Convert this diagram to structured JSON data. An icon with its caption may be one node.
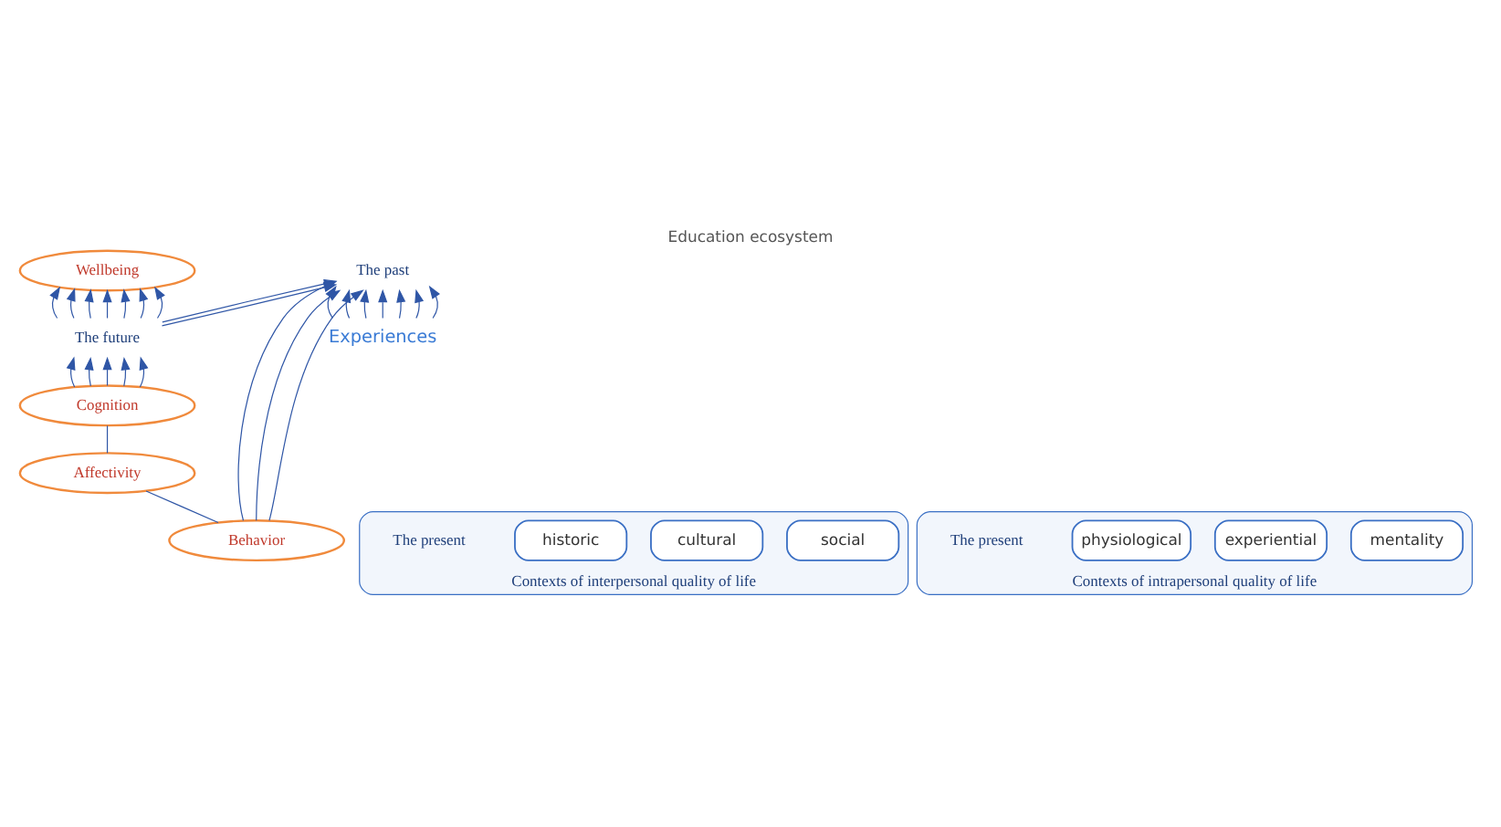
{
  "diagram": {
    "title": "Education ecosystem",
    "nodes": [
      {
        "text": [
          "Wellbeing"
        ]
      },
      {
        "text": [
          "The future"
        ]
      },
      {
        "text": [
          "Cognition"
        ]
      },
      {
        "text": [
          "Affectivity"
        ]
      },
      {
        "text": [
          "Behavior"
        ]
      },
      {
        "text": [
          "The past"
        ]
      },
      {
        "text": [
          "Experiences"
        ]
      },
      {
        "text": [
          "Contexts of interpersonal quality of life"
        ]
      },
      {
        "text": [
          "social"
        ],
        "in": 7
      },
      {
        "text": [
          "cultural"
        ],
        "in": 7
      },
      {
        "text": [
          "historic"
        ],
        "in": 7
      },
      {
        "text": [
          "The present"
        ],
        "in": 7
      },
      {
        "text": [
          "Contexts of intrapersonal quality of life"
        ]
      },
      {
        "text": [
          "mentality"
        ],
        "in": 12
      },
      {
        "text": [
          "experiential"
        ],
        "in": 12
      },
      {
        "text": [
          "physiological"
        ],
        "in": 12
      },
      {
        "text": [
          "The present"
        ],
        "in": 12
      }
    ],
    "edges": [
      {
        "from": 6,
        "to": 5,
        "arrow": "to"
      },
      {
        "from": 6,
        "to": 5,
        "arrow": "to"
      },
      {
        "from": 6,
        "to": 5,
        "arrow": "to"
      },
      {
        "from": 6,
        "to": 5,
        "arrow": "to"
      },
      {
        "from": 6,
        "to": 5,
        "arrow": "to"
      },
      {
        "from": 6,
        "to": 5,
        "arrow": "to"
      },
      {
        "from": 6,
        "to": 5,
        "arrow": "to"
      },
      {
        "from": 4,
        "to": 5,
        "arrow": "to"
      },
      {
        "from": 4,
        "to": 5,
        "arrow": "to"
      },
      {
        "from": 4,
        "to": 5,
        "arrow": "to"
      },
      {
        "from": 1,
        "to": 5,
        "arrow": "to"
      },
      {
        "from": 1,
        "to": 5,
        "arrow": "to"
      },
      {
        "from": 4,
        "to": 3,
        "arrow": "none"
      },
      {
        "from": 3,
        "to": 2,
        "arrow": "none"
      },
      {
        "from": 2,
        "to": 1,
        "arrow": "to"
      },
      {
        "from": 2,
        "to": 1,
        "arrow": "to"
      },
      {
        "from": 2,
        "to": 1,
        "arrow": "to"
      },
      {
        "from": 2,
        "to": 1,
        "arrow": "to"
      },
      {
        "from": 2,
        "to": 1,
        "arrow": "to"
      },
      {
        "from": 1,
        "to": 0,
        "arrow": "to"
      },
      {
        "from": 1,
        "to": 0,
        "arrow": "to"
      },
      {
        "from": 1,
        "to": 0,
        "arrow": "to"
      },
      {
        "from": 1,
        "to": 0,
        "arrow": "to"
      },
      {
        "from": 1,
        "to": 0,
        "arrow": "to"
      },
      {
        "from": 1,
        "to": 0,
        "arrow": "to"
      },
      {
        "from": 1,
        "to": 0,
        "arrow": "to"
      }
    ]
  }
}
